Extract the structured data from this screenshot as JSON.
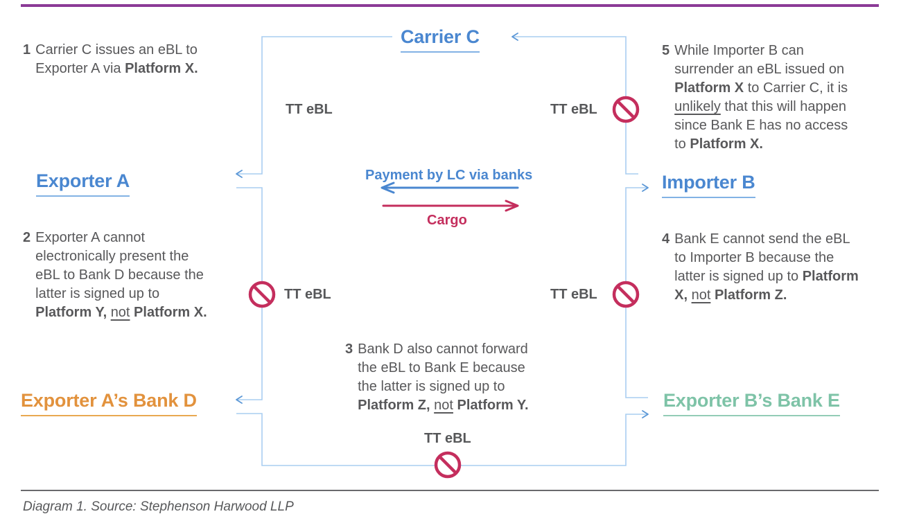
{
  "colors": {
    "top_rule_purple": "#8b3a96",
    "entity_blue": "#4a87d0",
    "entity_orange": "#e2923d",
    "entity_teal": "#7ec3a7",
    "connector_light_blue": "#a9cdf1",
    "prohibition_crimson": "#c42e5d",
    "body_text_gray": "#58585a"
  },
  "entities": {
    "carrier_c": {
      "label": "Carrier C"
    },
    "exporter_a": {
      "label": "Exporter A"
    },
    "importer_b": {
      "label": "Importer B"
    },
    "bank_d": {
      "label": "Exporter A’s Bank D"
    },
    "bank_e": {
      "label": "Exporter B’s Bank E"
    }
  },
  "flows": {
    "tt_ebl_label": "TT eBL",
    "payment_label": "Payment by LC via banks",
    "cargo_label": "Cargo"
  },
  "notes": {
    "n1": {
      "num": "1",
      "r0": "Carrier C issues an eBL to\nExporter A via ",
      "r1": "Platform X."
    },
    "n2": {
      "num": "2",
      "r0": "Exporter A cannot\nelectronically present the\neBL to Bank D because the\nlatter is signed up to\n",
      "r1": "Platform Y, ",
      "r2": "not",
      "r3": " Platform X."
    },
    "n3": {
      "num": "3",
      "r0": "Bank D also cannot forward\nthe eBL to Bank E because\nthe latter is signed up to\n",
      "r1": "Platform Z, ",
      "r2": "not",
      "r3": " Platform Y."
    },
    "n4": {
      "num": "4",
      "r0": "Bank E cannot send the eBL\nto Importer B because the\nlatter is signed up to ",
      "r1": "Platform\nX, ",
      "r2": "not",
      "r3": " Platform Z."
    },
    "n5": {
      "num": "5",
      "r0": "While Importer B can\nsurrender an eBL issued on\n",
      "r1": "Platform X",
      "r2": " to Carrier C, it is\n",
      "r3": "unlikely",
      "r4": " that this will happen\nsince Bank E has no access\nto ",
      "r5": "Platform X."
    }
  },
  "caption": "Diagram 1. Source: Stephenson Harwood LLP"
}
